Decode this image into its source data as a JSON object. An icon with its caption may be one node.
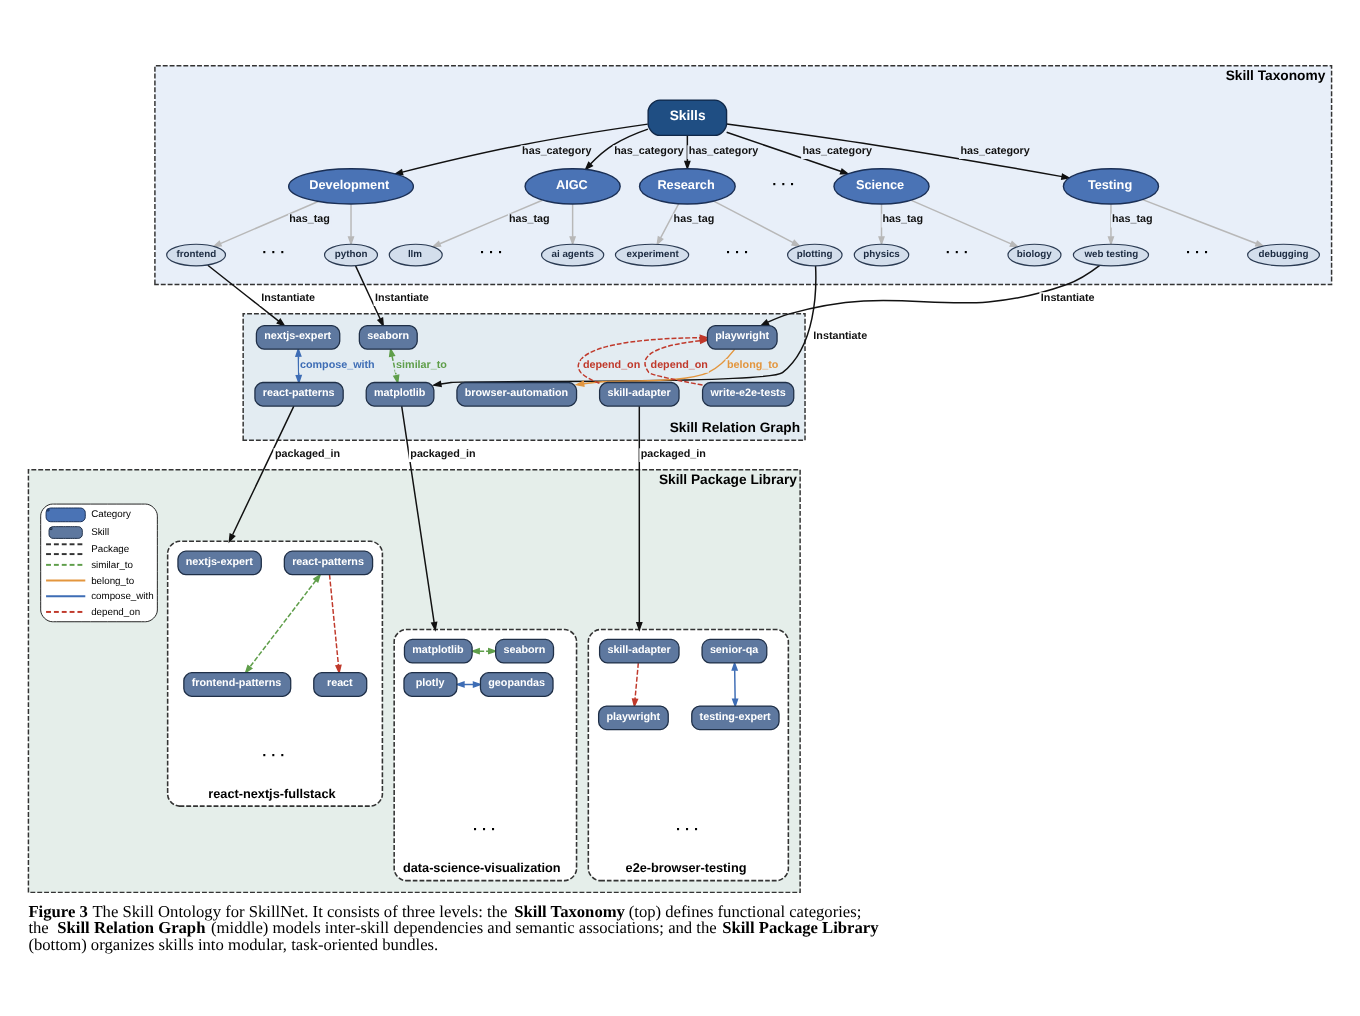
{
  "diagram": {
    "caption": "**Figure 3** The Skill Ontology for SkillNet. It consists of three levels: the **Skill Taxonomy** (top) defines functional categories; the **Skill Relation Graph** (middle) models inter-skill dependencies and semantic associations; and the **Skill Package Library** (bottom) organizes skills into modular, task-oriented bundles.",
    "nodes": [
      {
        "text": [
          "Skill Taxonomy"
        ]
      },
      {
        "text": [
          "Skills"
        ],
        "in": 0
      },
      {
        "text": [
          "Development"
        ],
        "in": 0
      },
      {
        "text": [
          "AIGC"
        ],
        "in": 0
      },
      {
        "text": [
          "Research"
        ],
        "in": 0
      },
      {
        "text": [
          "Science"
        ],
        "in": 0
      },
      {
        "text": [
          "Testing"
        ],
        "in": 0
      },
      {
        "text": [
          "frontend"
        ],
        "in": 0
      },
      {
        "text": [
          "python"
        ],
        "in": 0
      },
      {
        "text": [
          "llm"
        ],
        "in": 0
      },
      {
        "text": [
          "ai agents"
        ],
        "in": 0
      },
      {
        "text": [
          "experiment"
        ],
        "in": 0
      },
      {
        "text": [
          "plotting"
        ],
        "in": 0
      },
      {
        "text": [
          "physics"
        ],
        "in": 0
      },
      {
        "text": [
          "biology"
        ],
        "in": 0
      },
      {
        "text": [
          "web testing"
        ],
        "in": 0
      },
      {
        "text": [
          "debugging"
        ],
        "in": 0
      },
      {
        "text": [
          "Skill Relation Graph"
        ]
      },
      {
        "text": [
          "seaborn"
        ],
        "in": 17
      },
      {
        "text": [
          "playwright"
        ],
        "in": 17
      },
      {
        "text": [
          "nextjs-expert"
        ],
        "in": 17
      },
      {
        "text": [
          "browser-automation"
        ],
        "in": 17
      },
      {
        "text": [
          "matplotlib"
        ],
        "in": 17
      },
      {
        "text": [
          "react-patterns"
        ],
        "in": 17
      },
      {
        "text": [
          "skill-adapter"
        ],
        "in": 17
      },
      {
        "text": [
          "write-e2e-tests"
        ],
        "in": 17
      },
      {
        "text": [
          "Skill Package Library"
        ]
      },
      {
        "text": [
          "react-nextjs-fullstack"
        ],
        "in": 26
      },
      {
        "text": [
          "nextjs-expert"
        ],
        "in": 27
      },
      {
        "text": [
          "react-patterns"
        ],
        "in": 27
      },
      {
        "text": [
          "react"
        ],
        "in": 27
      },
      {
        "text": [
          "frontend-patterns"
        ],
        "in": 27
      },
      {
        "text": [
          "data-science-visualization"
        ],
        "in": 26
      },
      {
        "text": [
          "matplotlib"
        ],
        "in": 32
      },
      {
        "text": [
          "seaborn"
        ],
        "in": 32
      },
      {
        "text": [
          "plotly"
        ],
        "in": 32
      },
      {
        "text": [
          "geopandas"
        ],
        "in": 32
      },
      {
        "text": [
          "e2e-browser-testing"
        ],
        "in": 26
      },
      {
        "text": [
          "skill-adapter"
        ],
        "in": 37
      },
      {
        "text": [
          "senior-qa"
        ],
        "in": 37
      },
      {
        "text": [
          "playwright"
        ],
        "in": 37
      },
      {
        "text": [
          "testing-expert"
        ],
        "in": 37
      }
    ],
    "edges": [
      {
        "from": 1,
        "to": 2,
        "arrow": "to",
        "label": "has_category"
      },
      {
        "from": 1,
        "to": 3,
        "arrow": "to",
        "label": "has_category"
      },
      {
        "from": 1,
        "to": 4,
        "arrow": "to",
        "label": "has_category"
      },
      {
        "from": 1,
        "to": 5,
        "arrow": "to",
        "label": "has_category"
      },
      {
        "from": 1,
        "to": 6,
        "arrow": "to",
        "label": "has_category"
      },
      {
        "from": 2,
        "to": 7,
        "arrow": "to",
        "label": "has_tag",
        "color": "#b8b8b8"
      },
      {
        "from": 2,
        "to": 8,
        "arrow": "to",
        "color": "#b8b8b8"
      },
      {
        "from": 3,
        "to": 9,
        "arrow": "to",
        "label": "has_tag",
        "color": "#b8b8b8"
      },
      {
        "from": 3,
        "to": 10,
        "arrow": "to",
        "color": "#b8b8b8"
      },
      {
        "from": 4,
        "to": 11,
        "arrow": "to",
        "label": "has_tag",
        "color": "#b8b8b8"
      },
      {
        "from": 4,
        "to": 12,
        "arrow": "to",
        "color": "#b8b8b8"
      },
      {
        "from": 5,
        "to": 13,
        "arrow": "to",
        "label": "has_tag",
        "color": "#b8b8b8"
      },
      {
        "from": 5,
        "to": 14,
        "arrow": "to",
        "color": "#b8b8b8"
      },
      {
        "from": 6,
        "to": 15,
        "arrow": "to",
        "label": "has_tag",
        "color": "#b8b8b8"
      },
      {
        "from": 6,
        "to": 16,
        "arrow": "to",
        "color": "#b8b8b8"
      },
      {
        "from": 7,
        "to": 20,
        "arrow": "to",
        "label": "Instantiate"
      },
      {
        "from": 8,
        "to": 18,
        "arrow": "to",
        "label": "Instantiate"
      },
      {
        "from": 12,
        "to": 22,
        "arrow": "to",
        "label": "Instantiate"
      },
      {
        "from": 15,
        "to": 19,
        "arrow": "to",
        "label": "Instantiate"
      },
      {
        "from": 18,
        "to": 22,
        "arrow": "both",
        "label": "similar_to",
        "style": "dashed",
        "color": "#5f9e4a"
      },
      {
        "from": 20,
        "to": 23,
        "arrow": "both",
        "label": "compose_with",
        "color": "#3e6db5"
      },
      {
        "from": 19,
        "to": 21,
        "arrow": "to",
        "label": "belong_to",
        "color": "#e3963e"
      },
      {
        "from": 24,
        "to": 19,
        "arrow": "to",
        "label": "depend_on",
        "style": "dashed",
        "color": "#c0392b"
      },
      {
        "from": 25,
        "to": 19,
        "arrow": "to",
        "label": "depend_on",
        "style": "dashed",
        "color": "#c0392b"
      },
      {
        "from": 23,
        "to": 27,
        "arrow": "to",
        "label": "packaged_in"
      },
      {
        "from": 22,
        "to": 32,
        "arrow": "to",
        "label": "packaged_in"
      },
      {
        "from": 24,
        "to": 37,
        "arrow": "to",
        "label": "packaged_in"
      },
      {
        "from": 29,
        "to": 30,
        "arrow": "to",
        "style": "dashed",
        "color": "#c0392b"
      },
      {
        "from": 29,
        "to": 31,
        "arrow": "both",
        "style": "dashed",
        "color": "#5f9e4a"
      },
      {
        "from": 33,
        "to": 34,
        "arrow": "both",
        "style": "dashed",
        "color": "#5f9e4a"
      },
      {
        "from": 35,
        "to": 36,
        "arrow": "both",
        "color": "#3e6db5"
      },
      {
        "from": 38,
        "to": 40,
        "arrow": "to",
        "style": "dashed",
        "color": "#c0392b"
      },
      {
        "from": 39,
        "to": 41,
        "arrow": "both",
        "color": "#3e6db5"
      }
    ],
    "labels": [
      "· · ·",
      "· · ·",
      "· · ·",
      "· · ·",
      "· · ·",
      "· · ·",
      "· · ·",
      "· · ·",
      "· · ·"
    ],
    "legend": [
      {
        "text": "Category"
      },
      {
        "text": "Skill"
      },
      {
        "text": "Package"
      },
      {
        "text": "similar_to"
      },
      {
        "text": "belong_to"
      },
      {
        "text": "compose_with"
      },
      {
        "text": "depend_on"
      }
    ]
  }
}
